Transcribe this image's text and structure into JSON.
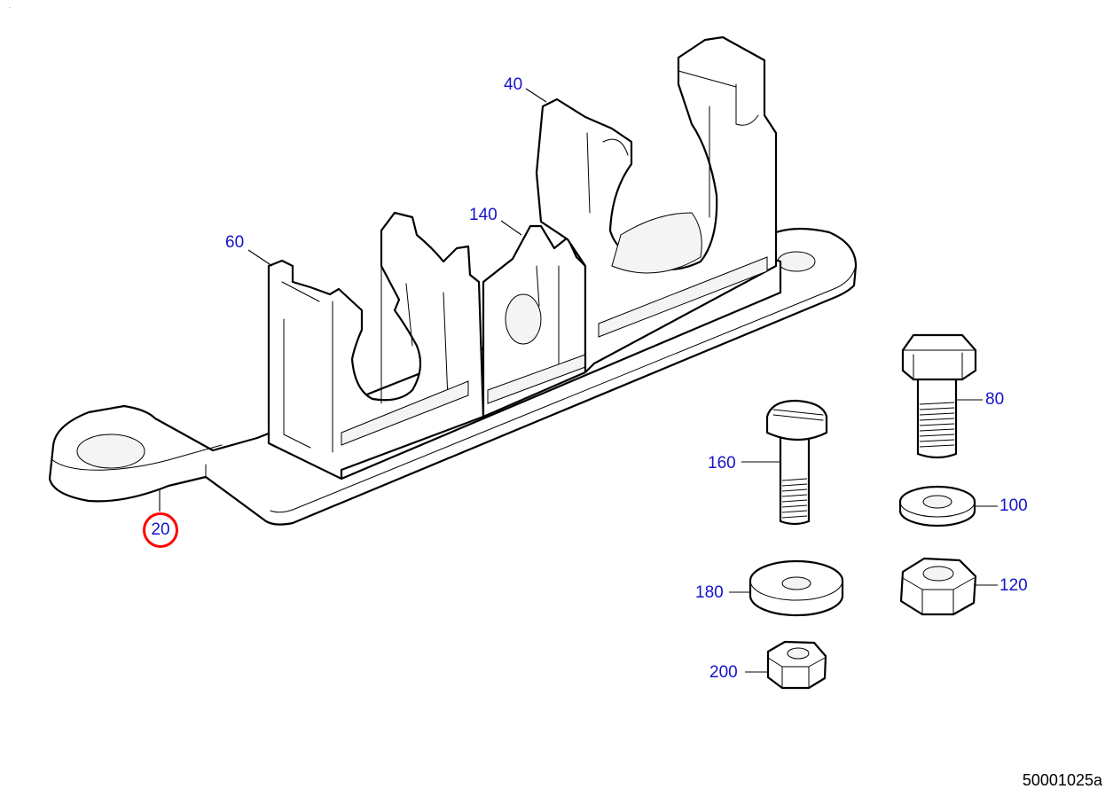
{
  "diagram": {
    "callouts": [
      {
        "id": "20",
        "text": "20",
        "highlighted": true
      },
      {
        "id": "40",
        "text": "40",
        "highlighted": false
      },
      {
        "id": "60",
        "text": "60",
        "highlighted": false
      },
      {
        "id": "80",
        "text": "80",
        "highlighted": false
      },
      {
        "id": "100",
        "text": "100",
        "highlighted": false
      },
      {
        "id": "120",
        "text": "120",
        "highlighted": false
      },
      {
        "id": "140",
        "text": "140",
        "highlighted": false
      },
      {
        "id": "160",
        "text": "160",
        "highlighted": false
      },
      {
        "id": "180",
        "text": "180",
        "highlighted": false
      },
      {
        "id": "200",
        "text": "200",
        "highlighted": false
      }
    ],
    "drawing_number": "50001025a",
    "corner_mark": "·",
    "colors": {
      "callout_text": "#1414c8",
      "highlight_ring": "#ff0000",
      "line": "#000000"
    }
  }
}
